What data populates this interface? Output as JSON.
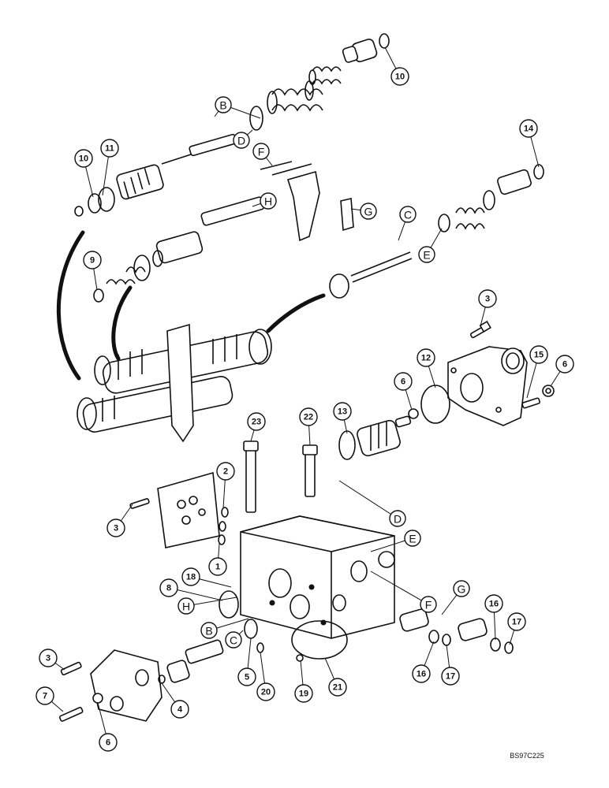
{
  "drawing_code": "BS97C225",
  "part_callouts": [
    "10",
    "11",
    "10",
    "14",
    "9",
    "3",
    "12",
    "6",
    "15",
    "6",
    "13",
    "23",
    "22",
    "2",
    "3",
    "1",
    "18",
    "8",
    "16",
    "17",
    "3",
    "7",
    "6",
    "4",
    "5",
    "20",
    "19",
    "21",
    "16",
    "17"
  ],
  "letter_callouts": [
    "B",
    "D",
    "F",
    "H",
    "G",
    "C",
    "E",
    "D",
    "E",
    "H",
    "B",
    "C",
    "F",
    "G"
  ]
}
